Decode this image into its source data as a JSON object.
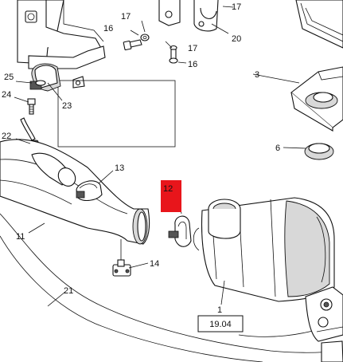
{
  "diagram": {
    "callouts": [
      {
        "id": "c1",
        "label": "1"
      },
      {
        "id": "c3",
        "label": "3"
      },
      {
        "id": "c6",
        "label": "6"
      },
      {
        "id": "c11",
        "label": "11"
      },
      {
        "id": "c12",
        "label": "12"
      },
      {
        "id": "c13",
        "label": "13"
      },
      {
        "id": "c14",
        "label": "14"
      },
      {
        "id": "c16a",
        "label": "16"
      },
      {
        "id": "c16b",
        "label": "16"
      },
      {
        "id": "c17a",
        "label": "17"
      },
      {
        "id": "c17b",
        "label": "17"
      },
      {
        "id": "c17c",
        "label": "17"
      },
      {
        "id": "c20",
        "label": "20"
      },
      {
        "id": "c21",
        "label": "21"
      },
      {
        "id": "c22",
        "label": "22"
      },
      {
        "id": "c23",
        "label": "23"
      },
      {
        "id": "c24",
        "label": "24"
      },
      {
        "id": "c25",
        "label": "25"
      }
    ],
    "reference_box": "19.04",
    "highlight_color": "#e8151b"
  }
}
